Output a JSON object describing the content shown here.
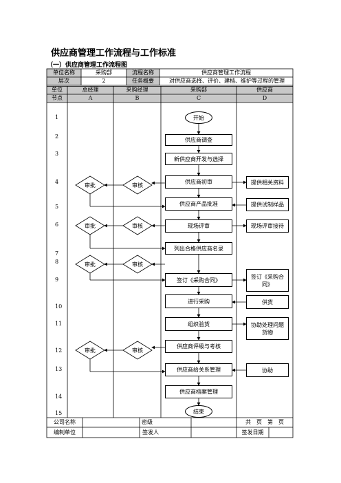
{
  "title": "供应商管理工作流程与工作标准",
  "subtitle": "（一）供应商管理工作流程图",
  "header": {
    "unit_label": "单位名称",
    "unit_value": "采购部",
    "flow_label": "流程名称",
    "flow_value": "供应商管理工作流程",
    "level_label": "层次",
    "level_value": "2",
    "summary_label": "任务概要",
    "summary_value": "对供应商选择、评价、建档、维护等过程的管理"
  },
  "columns": {
    "unit_label": "单位",
    "node_label": "节点",
    "roles": [
      "总经理",
      "采购经理",
      "采购部",
      "供应商"
    ],
    "letters": [
      "A",
      "B",
      "C",
      "D"
    ]
  },
  "node_numbers": [
    "1",
    "2",
    "3",
    "4",
    "5",
    "6",
    "7",
    "8",
    "9",
    "10",
    "11",
    "12",
    "13",
    "14",
    "15"
  ],
  "flow": {
    "start": "开始",
    "end": "结束",
    "c_steps": [
      "供应商调查",
      "新供应商开发与选择",
      "供应商初审",
      "供应商产品批准",
      "现场评审",
      "列出合格供应商名录",
      "签订《采购合同》",
      "进行采购",
      "组织验货",
      "供应商评级与考核",
      "供应商给关系管理",
      "供应商档案管理"
    ],
    "d_steps": [
      "提供相关资料",
      "提供试制样品",
      "现场评审接待",
      "签订《采购合同》",
      "供货",
      "协助处理问题货物",
      "协助"
    ],
    "approve": "审批",
    "review": "审核"
  },
  "footer": {
    "company_label": "公司名称",
    "secret_label": "密级",
    "pages_text": "共　页　第　页",
    "org_label": "编制单位",
    "issuer_label": "签发人",
    "date_label": "签发日期"
  }
}
